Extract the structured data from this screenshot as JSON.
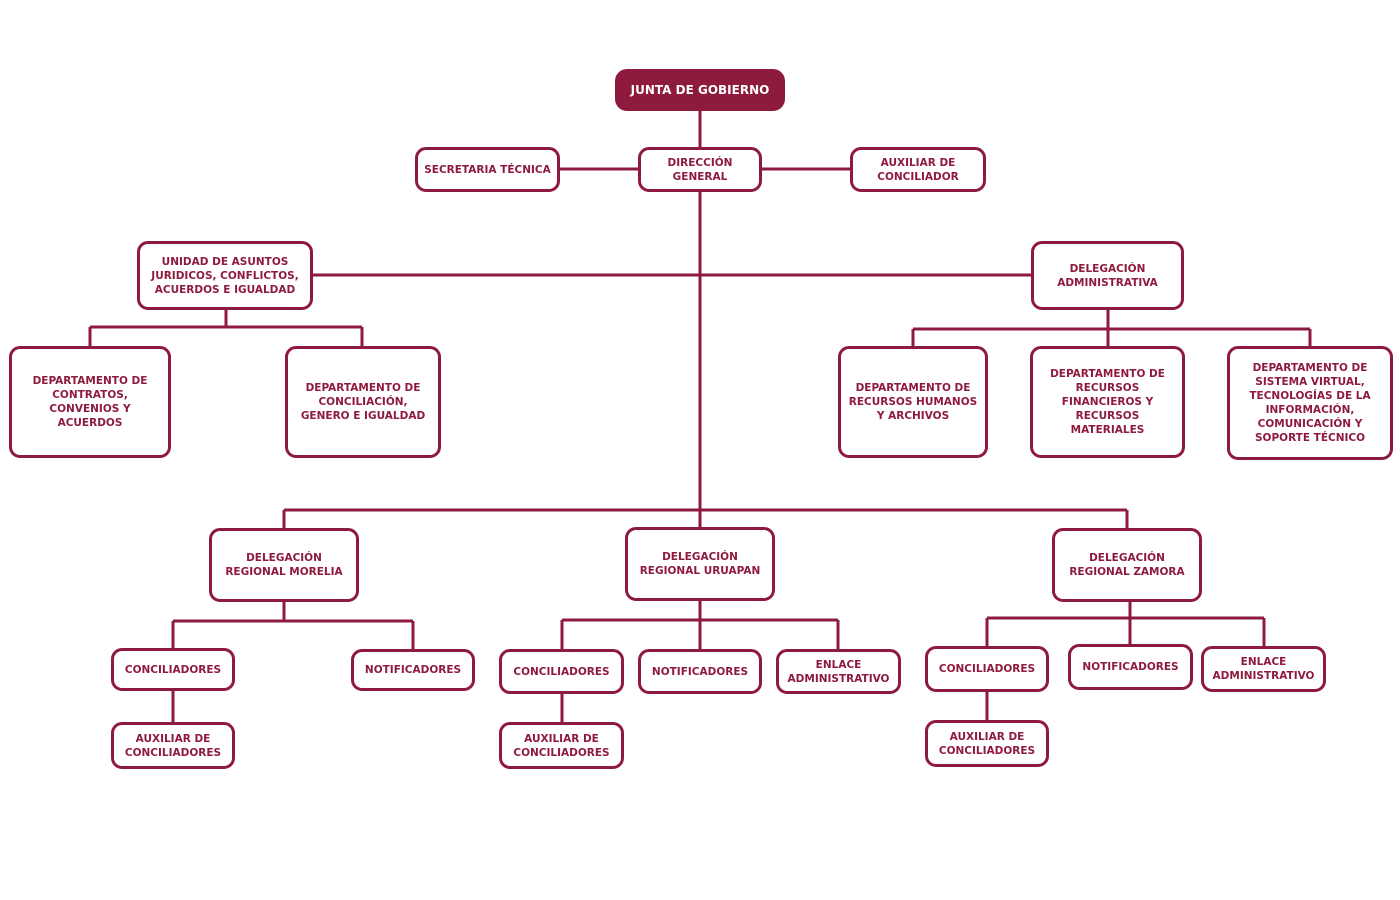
{
  "colors": {
    "primary": "#8e1b3d",
    "background": "#ffffff"
  },
  "org": {
    "root": "JUNTA DE GOBIERNO",
    "direccion": "DIRECCIÓN GENERAL",
    "secretaria": "SECRETARIA TÉCNICA",
    "auxiliar_conciliador": "AUXILIAR DE CONCILIADOR",
    "unidad_juridica": "UNIDAD DE ASUNTOS JURIDICOS, CONFLICTOS, ACUERDOS E IGUALDAD",
    "depto_contratos": "DEPARTAMENTO DE CONTRATOS, CONVENIOS Y ACUERDOS",
    "depto_conciliacion": "DEPARTAMENTO DE CONCILIACIÓN, GENERO E IGUALDAD",
    "delegacion_admin": "DELEGACIÓN ADMINISTRATIVA",
    "depto_rh": "DEPARTAMENTO DE RECURSOS HUMANOS Y ARCHIVOS",
    "depto_financieros": "DEPARTAMENTO DE RECURSOS FINANCIEROS Y RECURSOS MATERIALES",
    "depto_sistemas": "DEPARTAMENTO DE SISTEMA VIRTUAL, TECNOLOGÍAS DE LA INFORMACIÓN, COMUNICACIÓN Y SOPORTE TÉCNICO",
    "morelia": {
      "title": "DELEGACIÓN REGIONAL MORELIA",
      "conciliadores": "CONCILIADORES",
      "notificadores": "NOTIFICADORES",
      "auxiliar": "AUXILIAR DE CONCILIADORES"
    },
    "uruapan": {
      "title": "DELEGACIÓN REGIONAL URUAPAN",
      "conciliadores": "CONCILIADORES",
      "notificadores": "NOTIFICADORES",
      "enlace": "ENLACE ADMINISTRATIVO",
      "auxiliar": "AUXILIAR DE CONCILIADORES"
    },
    "zamora": {
      "title": "DELEGACIÓN REGIONAL ZAMORA",
      "conciliadores": "CONCILIADORES",
      "notificadores": "NOTIFICADORES",
      "enlace": "ENLACE ADMINISTRATIVO",
      "auxiliar": "AUXILIAR DE CONCILIADORES"
    }
  }
}
